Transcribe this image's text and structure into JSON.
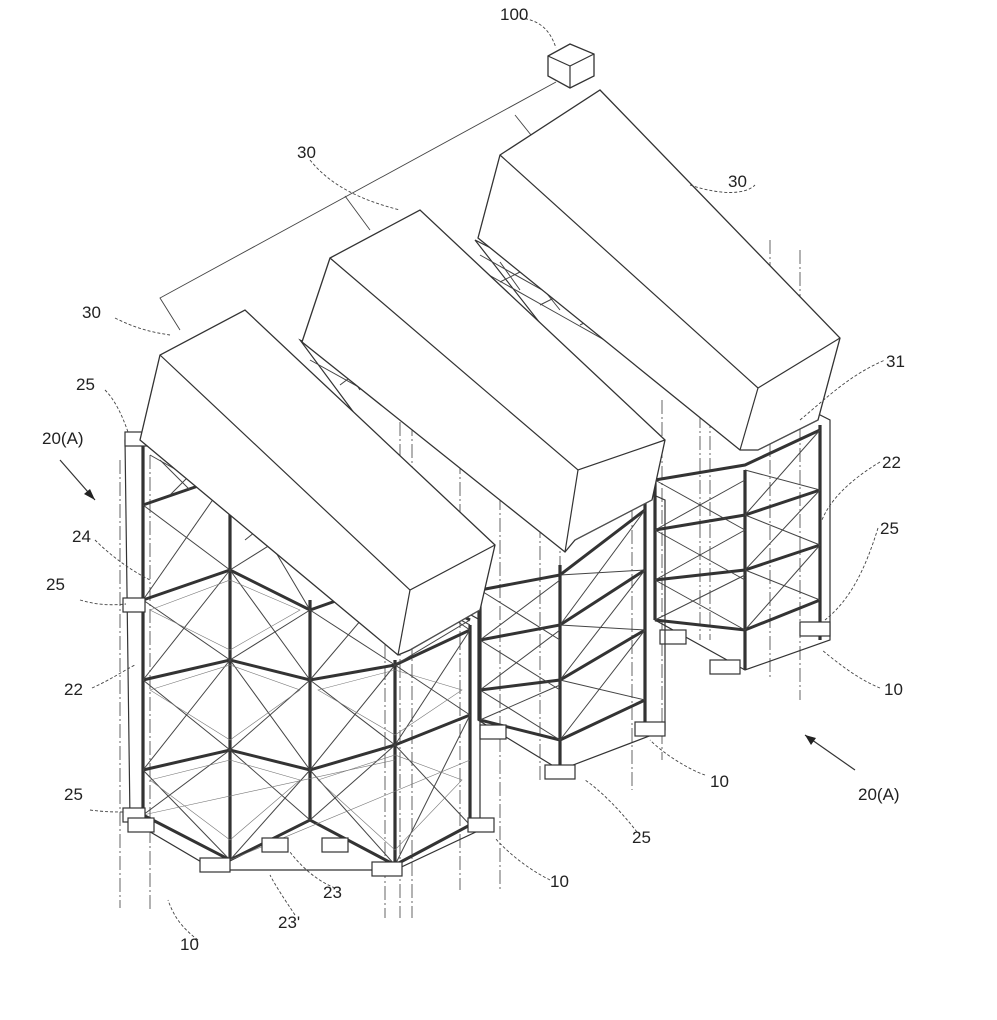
{
  "figure": {
    "labels": {
      "controller": "100",
      "cover_right": "30",
      "cover_middle": "30",
      "cover_left": "30",
      "cover_side": "31",
      "top_left_frame": "25",
      "assembly_left": "20(A)",
      "brace": "24",
      "mid_left_frame": "25",
      "column_left": "22",
      "bottom_left_frame": "25",
      "column_right": "22",
      "right_frame_upper": "25",
      "right_base": "10",
      "middle_base": "10",
      "assembly_right": "20(A)",
      "middle_frame": "25",
      "front_base": "10",
      "beam": "23",
      "beam_alt": "23'",
      "left_base": "10"
    }
  }
}
